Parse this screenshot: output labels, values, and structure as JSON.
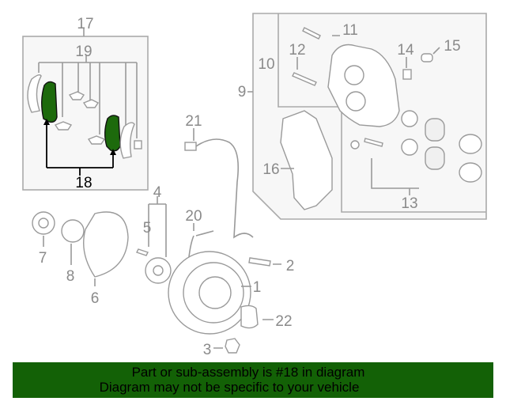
{
  "callouts": {
    "c1": "1",
    "c2": "2",
    "c3": "3",
    "c4": "4",
    "c5": "5",
    "c6": "6",
    "c7": "7",
    "c8": "8",
    "c9": "9",
    "c10": "10",
    "c11": "11",
    "c12": "12",
    "c13": "13",
    "c14": "14",
    "c15": "15",
    "c16": "16",
    "c17": "17",
    "c18": "18",
    "c19": "19",
    "c20": "20",
    "c21": "21",
    "c22": "22"
  },
  "highlight_color": "#1d6a0c",
  "banner": {
    "color": "#136106",
    "line1": "Part or sub-assembly is #18 in diagram",
    "line2": "Diagram may not be specific to your vehicle"
  }
}
